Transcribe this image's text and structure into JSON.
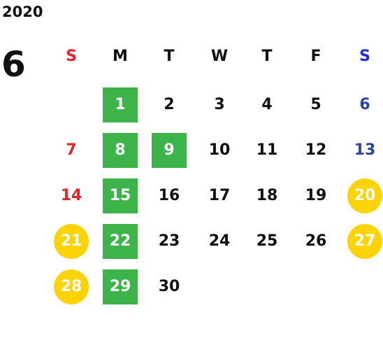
{
  "calendar": {
    "year": "2020",
    "month": "6",
    "weekdays": [
      {
        "label": "S",
        "color": "#e8232a"
      },
      {
        "label": "M",
        "color": "#111111"
      },
      {
        "label": "T",
        "color": "#111111"
      },
      {
        "label": "W",
        "color": "#111111"
      },
      {
        "label": "T",
        "color": "#111111"
      },
      {
        "label": "F",
        "color": "#111111"
      },
      {
        "label": "S",
        "color": "#1a2be0"
      }
    ],
    "weeks": [
      [
        {
          "day": "",
          "style": "none"
        },
        {
          "day": "1",
          "style": "green"
        },
        {
          "day": "2",
          "style": "plain"
        },
        {
          "day": "3",
          "style": "plain"
        },
        {
          "day": "4",
          "style": "plain"
        },
        {
          "day": "5",
          "style": "plain"
        },
        {
          "day": "6",
          "style": "saturday"
        }
      ],
      [
        {
          "day": "7",
          "style": "sunday"
        },
        {
          "day": "8",
          "style": "green"
        },
        {
          "day": "9",
          "style": "green"
        },
        {
          "day": "10",
          "style": "plain"
        },
        {
          "day": "11",
          "style": "plain"
        },
        {
          "day": "12",
          "style": "plain"
        },
        {
          "day": "13",
          "style": "saturday"
        }
      ],
      [
        {
          "day": "14",
          "style": "sunday"
        },
        {
          "day": "15",
          "style": "green"
        },
        {
          "day": "16",
          "style": "plain"
        },
        {
          "day": "17",
          "style": "plain"
        },
        {
          "day": "18",
          "style": "plain"
        },
        {
          "day": "19",
          "style": "plain"
        },
        {
          "day": "20",
          "style": "yellow"
        }
      ],
      [
        {
          "day": "21",
          "style": "yellow"
        },
        {
          "day": "22",
          "style": "green"
        },
        {
          "day": "23",
          "style": "plain"
        },
        {
          "day": "24",
          "style": "plain"
        },
        {
          "day": "25",
          "style": "plain"
        },
        {
          "day": "26",
          "style": "plain"
        },
        {
          "day": "27",
          "style": "yellow"
        }
      ],
      [
        {
          "day": "28",
          "style": "yellow"
        },
        {
          "day": "29",
          "style": "green"
        },
        {
          "day": "30",
          "style": "plain"
        },
        {
          "day": "",
          "style": "none"
        },
        {
          "day": "",
          "style": "none"
        },
        {
          "day": "",
          "style": "none"
        },
        {
          "day": "",
          "style": "none"
        }
      ]
    ],
    "colors": {
      "green_highlight": "#3cb44a",
      "yellow_highlight": "#fcd405",
      "sunday_text": "#e8232a",
      "saturday_text": "#2946a6"
    }
  }
}
